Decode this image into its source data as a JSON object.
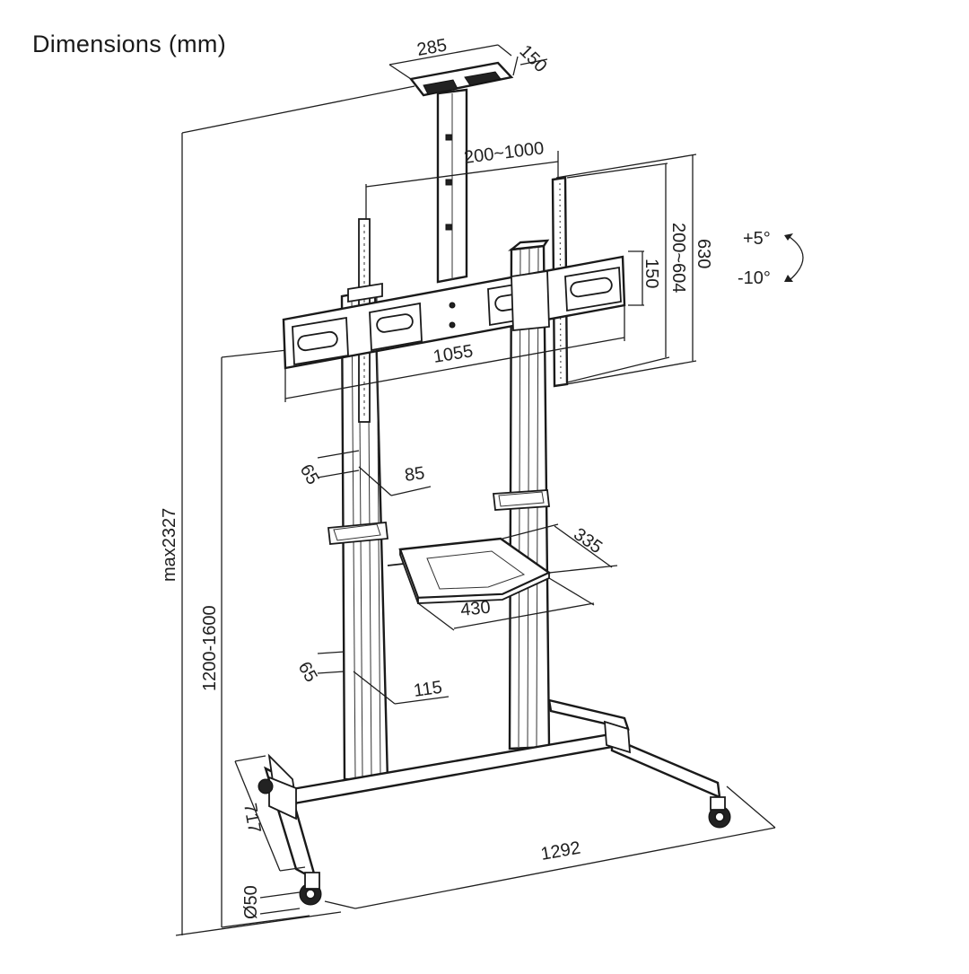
{
  "title": "Dimensions (mm)",
  "dimensions": {
    "plate_width": "285",
    "plate_depth": "150",
    "vesa_horizontal": "200~1000",
    "vesa_vertical": "200~604",
    "bracket_height": "630",
    "bracket_slot": "150",
    "bracket_width": "1055",
    "upper_post_depth": "65",
    "upper_post_width": "85",
    "lower_post_depth": "65",
    "lower_post_width": "115",
    "shelf_depth": "335",
    "shelf_width": "430",
    "total_height": "max2327",
    "height_range": "1200-1600",
    "base_depth": "717",
    "base_width": "1292",
    "caster_diameter": "Ø50"
  },
  "tilt": {
    "up": "+5°",
    "down": "-10°"
  },
  "colors": {
    "line": "#1f1f1f",
    "fill": "#ffffff",
    "dark": "#222222"
  }
}
